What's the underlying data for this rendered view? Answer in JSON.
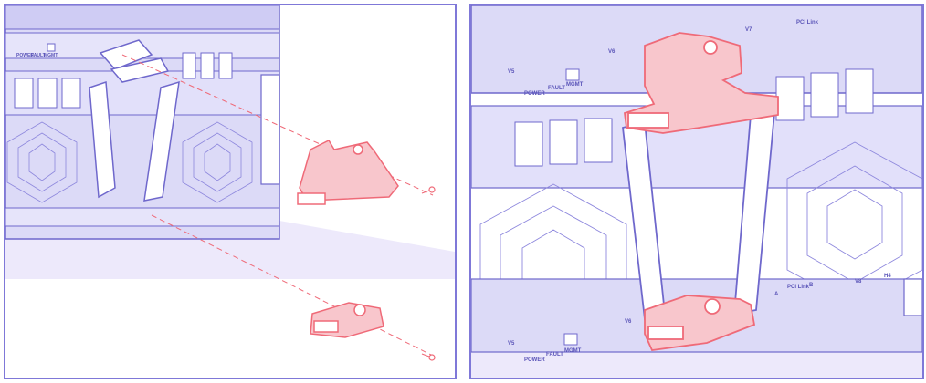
{
  "colors": {
    "outline": "#6f68cc",
    "fill_light": "#dcdaf7",
    "fill_mid": "#c8c4f2",
    "shadow": "#e6e4fa",
    "highlight": "#ef6a78",
    "highlight_fill": "#f8c6cc",
    "background": "#ffffff"
  },
  "left_panel": {
    "labels": {
      "power": "POWER",
      "fault": "FAULT",
      "mgmt": "MGMT"
    }
  },
  "right_panel": {
    "labels": {
      "v5_top": "V5",
      "v6_top": "V6",
      "v7": "V7",
      "pci_link_top": "PCI Link",
      "power_top": "POWER",
      "fault_top": "FAULT",
      "mgmt_top": "MGMT",
      "v5_bottom": "V5",
      "v6_bottom": "V6",
      "power_bottom": "POWER",
      "fault_bottom": "FAULT",
      "mgmt_bottom": "MGMT",
      "pci_link_bottom": "PCI Link",
      "a_bottom": "A",
      "b_bottom": "B",
      "v8": "V8",
      "h4": "H4"
    }
  }
}
